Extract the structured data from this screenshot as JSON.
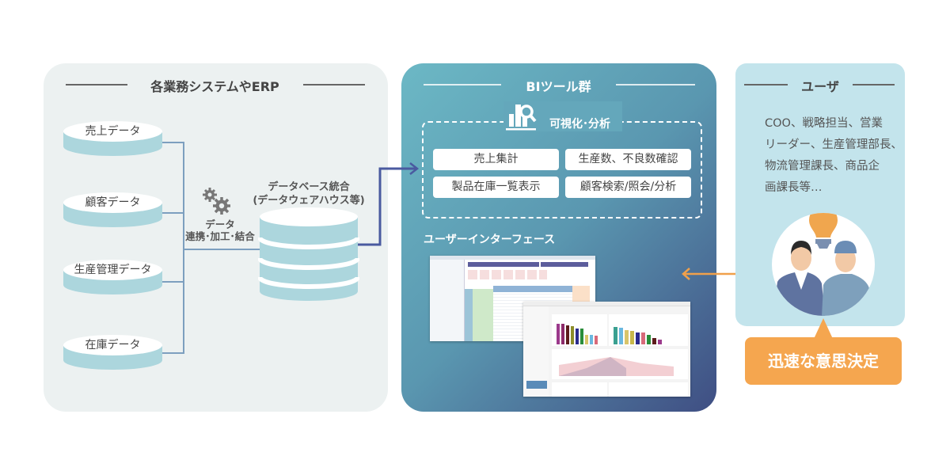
{
  "left_panel": {
    "title": "各業務システムやERP",
    "sources": [
      "売上データ",
      "顧客データ",
      "生産管理データ",
      "在庫データ"
    ],
    "process_label_1": "データ",
    "process_label_2": "連携･加工･結合",
    "warehouse_label_1": "データベース統合",
    "warehouse_label_2": "(データウェアハウス等)"
  },
  "middle_panel": {
    "title": "BIツール群",
    "visualization_label": "可視化･分析",
    "features": [
      "売上集計",
      "生産数、不良数確認",
      "製品在庫一覧表示",
      "顧客検索/照会/分析"
    ],
    "ui_label": "ユーザーインターフェース"
  },
  "right_panel": {
    "title": "ユーザ",
    "users_lines": [
      "COO、戦略担当、営業",
      "リーダー、生産管理部長、",
      "物流管理課長、商品企",
      "画課長等…"
    ],
    "outcome": "迅速な意思決定"
  },
  "colors": {
    "disk": "#acd6dd",
    "connector": "#7d9fbf",
    "arrow_blue": "#4a5aa0",
    "arrow_orange": "#f0a04b",
    "callout": "#f5a64f",
    "user_panel": "#c3e4ec"
  }
}
